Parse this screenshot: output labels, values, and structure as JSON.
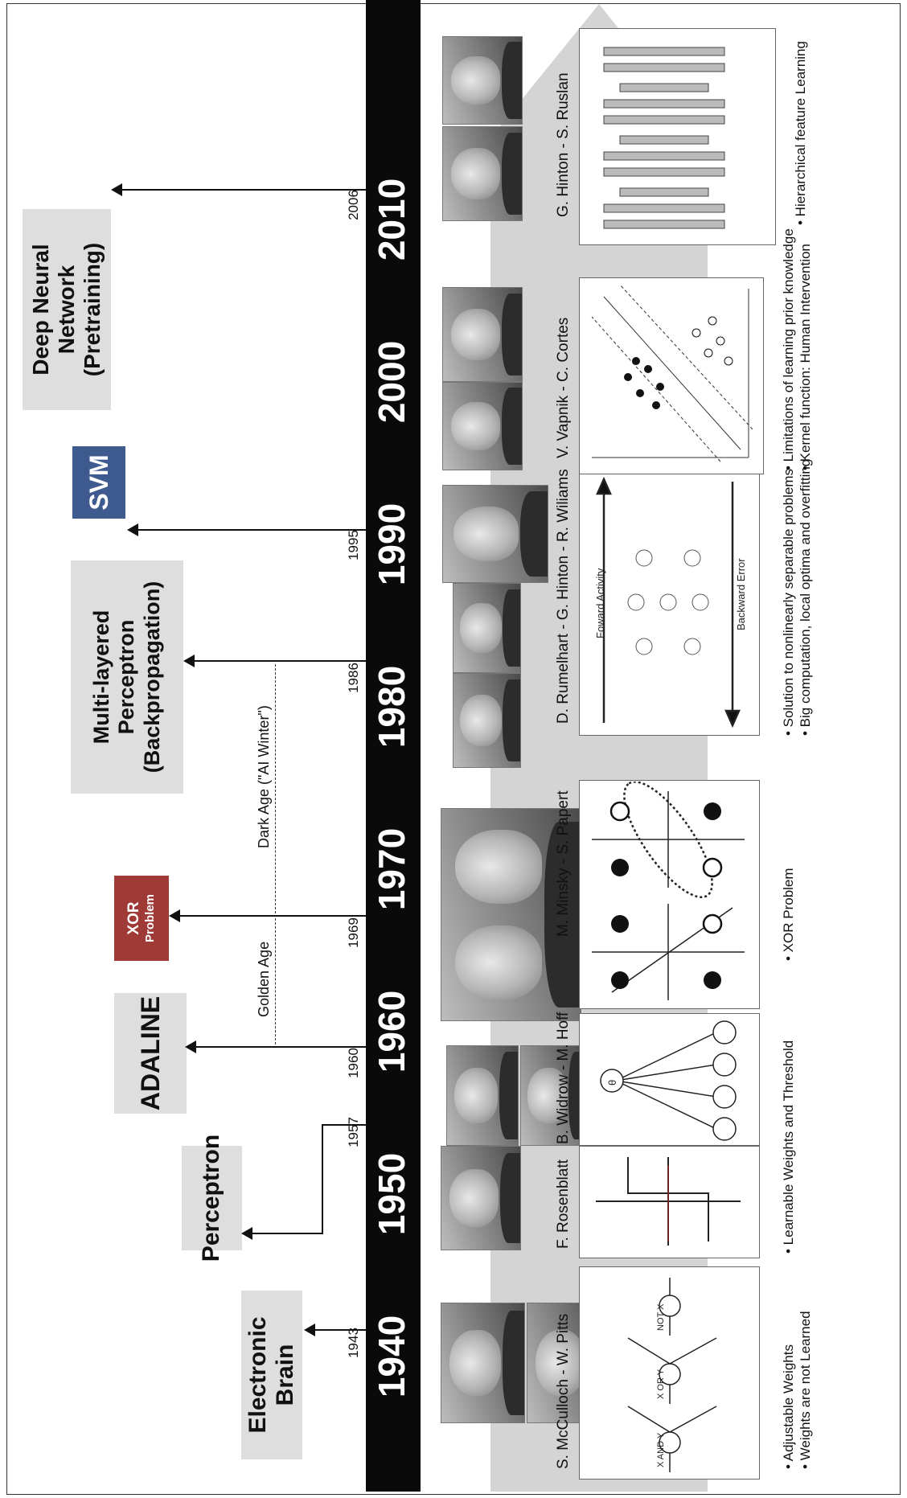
{
  "decades": [
    "1940",
    "1950",
    "1960",
    "1970",
    "1980",
    "1990",
    "2000",
    "2010"
  ],
  "milestones": [
    {
      "title": "Electronic Brain",
      "year": "1943"
    },
    {
      "title": "Perceptron",
      "year": "1957"
    },
    {
      "title": "ADALINE",
      "year": "1960"
    },
    {
      "title_line1": "XOR",
      "title_line2": "Problem",
      "year": "1969"
    },
    {
      "title_line1": "Multi-layered",
      "title_line2": "Perceptron",
      "title_line3": "(Backpropagation)",
      "year": "1986"
    },
    {
      "title": "SVM",
      "year": "1995"
    },
    {
      "title_line1": "Deep Neural Network",
      "title_line2": "(Pretraining)",
      "year": "2006"
    }
  ],
  "eras": [
    {
      "label": "Golden Age"
    },
    {
      "label": "Dark Age (\"AI Winter\")"
    }
  ],
  "people": [
    "S. McCulloch - W. Pitts",
    "F. Rosenblatt",
    "B. Widrow - M. Hoff",
    "M. Minsky - S. Papert",
    "D. Rumelhart - G. Hinton - R. Wiliams",
    "V. Vapnik - C. Cortes",
    "G. Hinton - S. Ruslan"
  ],
  "diagrams": {
    "logic": {
      "and_label": "X AND Y",
      "or_label": "X OR Y",
      "not_label": "NOT X"
    },
    "adaline": {
      "theta": "θ"
    },
    "backprop": {
      "forward": "Foward Activity",
      "backward": "Backward Error"
    }
  },
  "bullets": [
    {
      "line1": "• Adjustable Weights",
      "line2": "• Weights are not Learned"
    },
    {
      "line1": "• Learnable Weights  and Threshold"
    },
    {
      "line1": "• XOR Problem"
    },
    {
      "line1": "• Solution to nonlinearly separable problems",
      "line2": "• Big computation, local optima and overfitting"
    },
    {
      "line1": "• Limitations of learning prior knowledge",
      "line2": "• Kernel function: Human Intervention"
    },
    {
      "line1": "• Hierarchical feature Learning"
    }
  ],
  "colors": {
    "xor_box": "#a03a36",
    "svm_box": "#3f5a8e",
    "timeline_bar": "#0a0a0a",
    "milestone_box": "#dedede"
  }
}
